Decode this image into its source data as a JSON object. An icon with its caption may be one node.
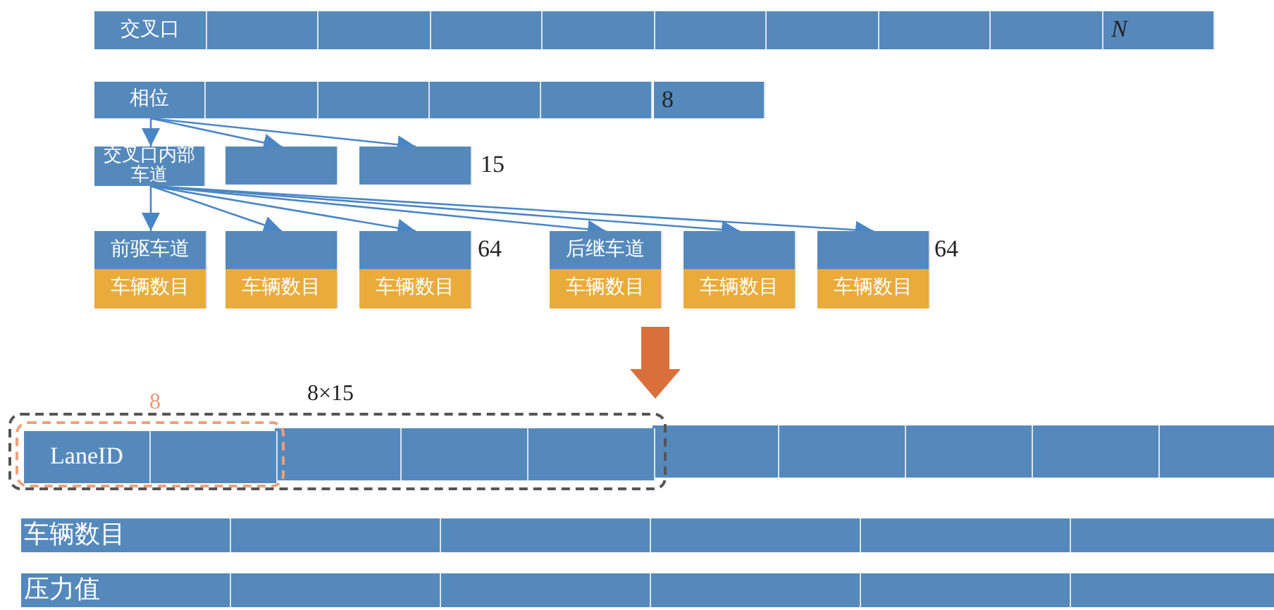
{
  "diagram": {
    "nodes": [
      {
        "text": [
          "交叉口"
        ]
      },
      {
        "text": [],
        "shape": "box"
      },
      {
        "text": [],
        "shape": "box"
      },
      {
        "text": [],
        "shape": "box"
      },
      {
        "text": [],
        "shape": "box"
      },
      {
        "text": [],
        "shape": "box"
      },
      {
        "text": [],
        "shape": "box"
      },
      {
        "text": [],
        "shape": "box"
      },
      {
        "text": [],
        "shape": "box"
      },
      {
        "text": [
          "N"
        ]
      },
      {
        "text": [
          "相位"
        ]
      },
      {
        "text": [],
        "shape": "box"
      },
      {
        "text": [],
        "shape": "box"
      },
      {
        "text": [],
        "shape": "box"
      },
      {
        "text": [],
        "shape": "box"
      },
      {
        "text": [
          "8"
        ]
      },
      {
        "text": [
          "交叉口内部车道"
        ]
      },
      {
        "text": [],
        "shape": "box"
      },
      {
        "text": [],
        "shape": "box",
        "beside": [
          "15"
        ]
      },
      {
        "text": [
          "前驱车道"
        ]
      },
      {
        "text": [],
        "shape": "box"
      },
      {
        "text": [],
        "shape": "box",
        "beside": [
          "64"
        ]
      },
      {
        "text": [
          "后继车道"
        ]
      },
      {
        "text": [],
        "shape": "box"
      },
      {
        "text": [],
        "shape": "box",
        "beside": [
          "64"
        ]
      },
      {
        "text": [
          "车辆数目"
        ]
      },
      {
        "text": [
          "车辆数目"
        ]
      },
      {
        "text": [
          "车辆数目"
        ]
      },
      {
        "text": [
          "车辆数目"
        ]
      },
      {
        "text": [
          "车辆数目"
        ]
      },
      {
        "text": [
          "车辆数目"
        ]
      },
      {
        "text": [
          "8×15"
        ]
      },
      {
        "text": [
          "8"
        ],
        "in": 31
      },
      {
        "text": [
          "LaneID"
        ],
        "in": 32
      },
      {
        "text": [],
        "shape": "box",
        "in": 32
      },
      {
        "text": [],
        "shape": "box",
        "in": 31
      },
      {
        "text": [],
        "shape": "box",
        "in": 31
      },
      {
        "text": [],
        "shape": "box",
        "in": 31
      },
      {
        "text": [],
        "shape": "box"
      },
      {
        "text": [],
        "shape": "box"
      },
      {
        "text": [],
        "shape": "box"
      },
      {
        "text": [],
        "shape": "box"
      },
      {
        "text": [],
        "shape": "box"
      },
      {
        "text": [
          "车辆数目"
        ]
      },
      {
        "text": [],
        "shape": "box"
      },
      {
        "text": [],
        "shape": "box"
      },
      {
        "text": [],
        "shape": "box"
      },
      {
        "text": [],
        "shape": "box"
      },
      {
        "text": [],
        "shape": "box"
      },
      {
        "text": [
          "压力值"
        ]
      },
      {
        "text": [],
        "shape": "box"
      },
      {
        "text": [],
        "shape": "box"
      },
      {
        "text": [],
        "shape": "box"
      },
      {
        "text": [],
        "shape": "box"
      },
      {
        "text": [],
        "shape": "box"
      }
    ],
    "edges": [
      {
        "from": 10,
        "to": 16,
        "arrow": "to"
      },
      {
        "from": 10,
        "to": 17,
        "arrow": "to"
      },
      {
        "from": 10,
        "to": 18,
        "arrow": "to"
      },
      {
        "from": 16,
        "to": 19,
        "arrow": "to"
      },
      {
        "from": 16,
        "to": 20,
        "arrow": "to"
      },
      {
        "from": 16,
        "to": 21,
        "arrow": "to"
      },
      {
        "from": 16,
        "to": 22,
        "arrow": "to"
      },
      {
        "from": 16,
        "to": 23,
        "arrow": "to"
      },
      {
        "from": 16,
        "to": 24,
        "arrow": "to"
      },
      {
        "from": null,
        "to": 31,
        "arrow": "to",
        "style": "thick",
        "color": "#d9703c"
      }
    ]
  }
}
